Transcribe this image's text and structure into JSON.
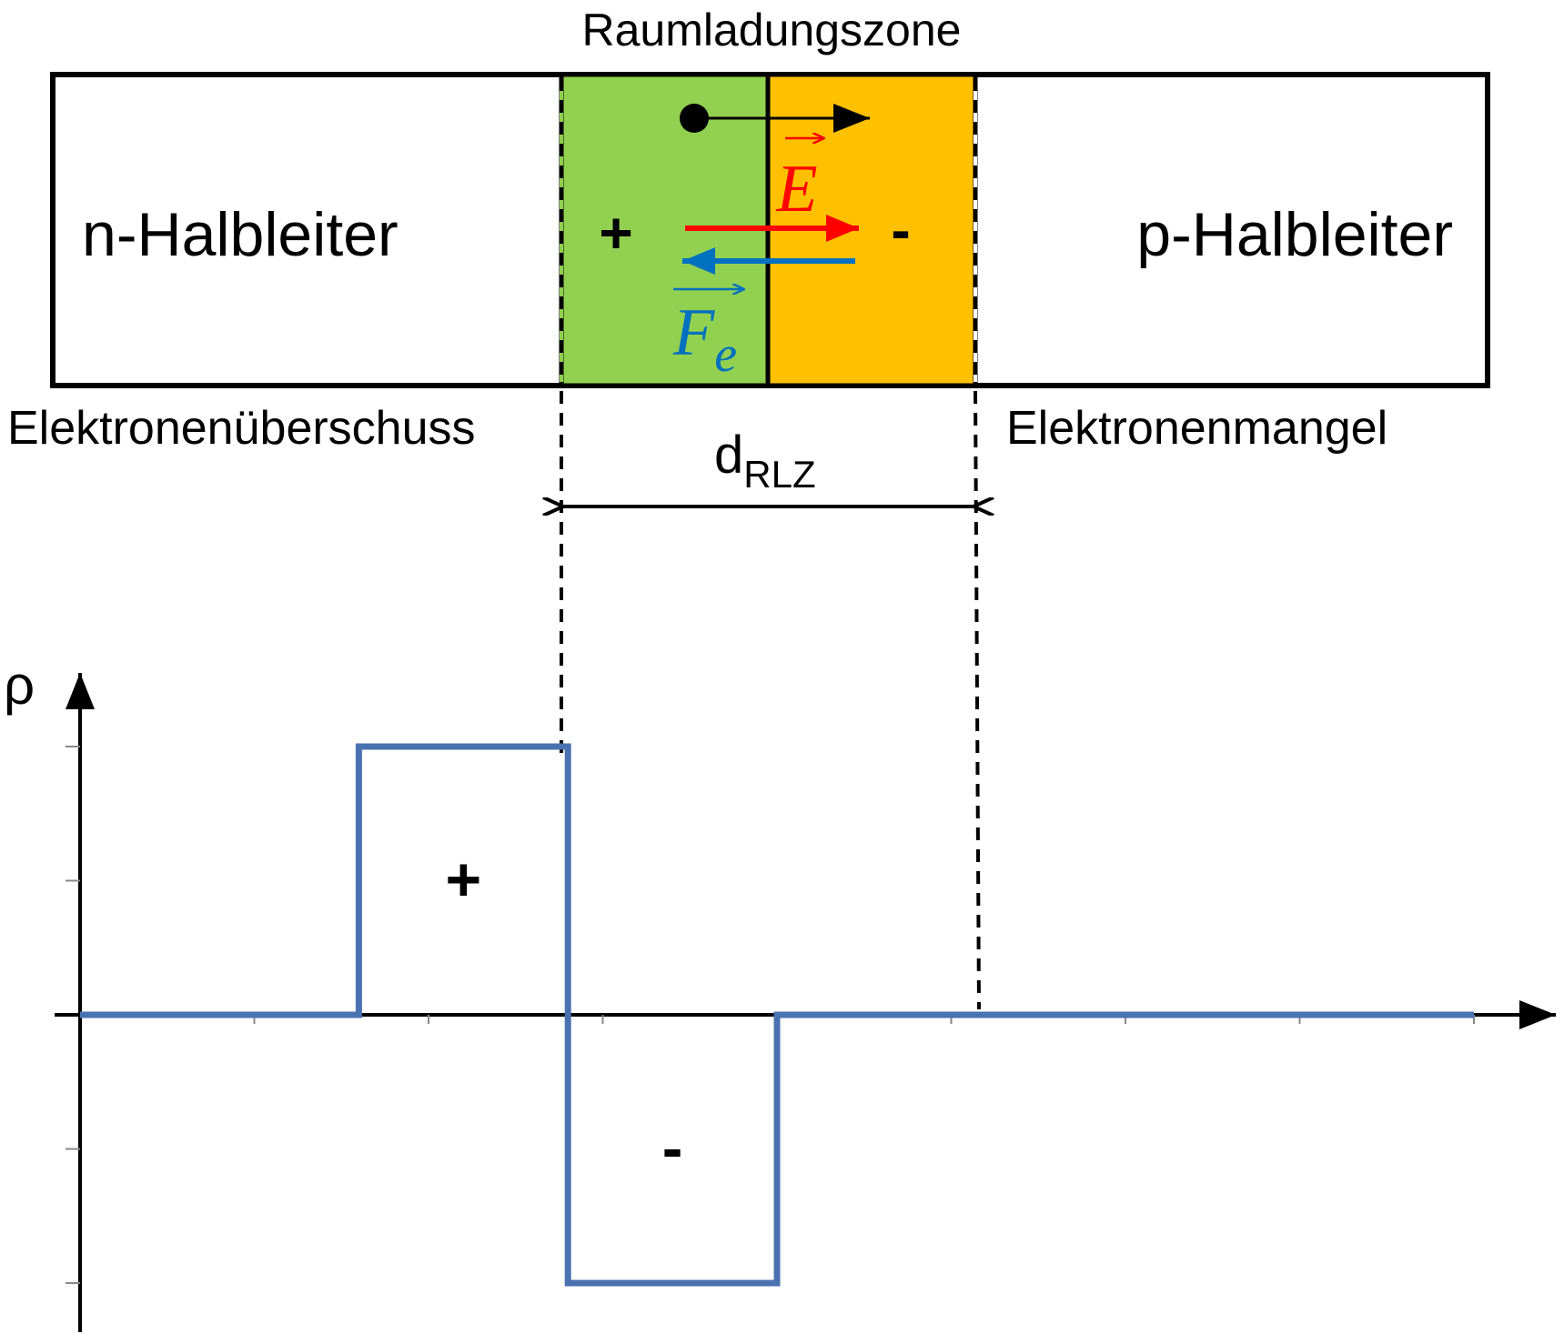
{
  "title": "Raumladungszone",
  "labels": {
    "n_region": "n-Halbleiter",
    "p_region": "p-Halbleiter",
    "n_note": "Elektronenüberschuss",
    "p_note": "Elektronenmangel",
    "plus_sign": "+",
    "minus_sign": "-",
    "field_symbol": "E",
    "force_symbol": "F",
    "force_subscript": "e",
    "width_symbol": "d",
    "width_subscript": "RLZ",
    "y_axis": "ρ"
  },
  "colors": {
    "n_depletion": "#92d050",
    "p_depletion": "#ffc000",
    "field_arrow": "#ff0000",
    "force_arrow": "#0070c0",
    "curve": "#4a72b0",
    "outline": "#000000"
  },
  "chart_data": {
    "type": "line",
    "x": [
      0,
      8,
      8,
      14,
      14,
      20,
      20,
      40
    ],
    "y": [
      0,
      0,
      2,
      2,
      -2,
      -2,
      0,
      0
    ],
    "xlim": [
      0,
      40
    ],
    "ylim": [
      -2,
      2
    ],
    "ylabel": "ρ",
    "region_labels": [
      "+",
      "-"
    ]
  }
}
